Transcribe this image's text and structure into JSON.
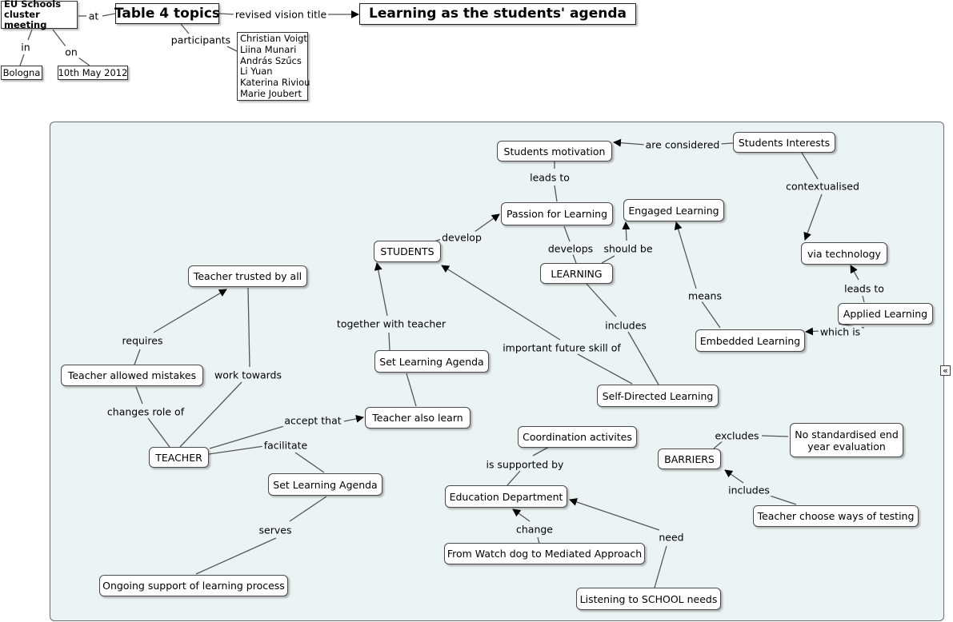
{
  "header": {
    "meeting": "EU Schools cluster meeting",
    "location": "Bologna",
    "date": "10th May 2012",
    "topic": "Table 4 topics",
    "vision_title": "Learning as the students' agenda",
    "participants": [
      "Christian Voigt",
      "Liina Munari",
      "András Szűcs",
      "Li Yuan",
      "Katerina Riviou",
      "Marie Joubert"
    ],
    "links": {
      "at": "at",
      "in": "in",
      "on": "on",
      "participants": "participants",
      "revised_vision_title": "revised vision title"
    }
  },
  "map": {
    "nodes": {
      "students_interests": "Students Interests",
      "students_motivation": "Students motivation",
      "passion_for_learning": "Passion for Learning",
      "engaged_learning": "Engaged Learning",
      "students": "STUDENTS",
      "learning": "LEARNING",
      "via_technology": "via technology",
      "applied_learning": "Applied Learning",
      "embedded_learning": "Embedded Learning",
      "teacher_trusted": "Teacher trusted by all",
      "teacher_mistakes": "Teacher allowed mistakes",
      "set_agenda_1": "Set Learning Agenda",
      "teacher_also_learn": "Teacher also learn",
      "self_directed": "Self-Directed Learning",
      "teacher": "TEACHER",
      "set_agenda_2": "Set Learning Agenda",
      "coordination": "Coordination activites",
      "barriers": "BARRIERS",
      "no_standardised": "No standardised end year evaluation",
      "education_department": "Education Department",
      "teacher_testing": "Teacher choose ways of testing",
      "watch_dog": "From Watch dog to Mediated Approach",
      "ongoing_support": "Ongoing support of learning process",
      "listening": "Listening to SCHOOL needs"
    },
    "links": {
      "are_considered": "are considered",
      "leads_to_1": "leads to",
      "contextualised": "contextualised",
      "develop": "develop",
      "develops": "develops",
      "should_be": "should be",
      "leads_to_2": "leads to",
      "means": "means",
      "which_is": "which is",
      "requires": "requires",
      "together_with_teacher": "together with teacher",
      "important_future_skill": "important future skill of",
      "includes_1": "includes",
      "work_towards": "work towards",
      "changes_role_of": "changes role of",
      "accept_that": "accept that",
      "facilitate": "facilitate",
      "excludes": "excludes",
      "is_supported_by": "is supported by",
      "includes_2": "includes",
      "change": "change",
      "need": "need",
      "serves": "serves"
    }
  },
  "colors": {
    "panel": "#ecf3f4",
    "line": "#555555",
    "arrow": "#000000"
  },
  "icons": {
    "collapse": "double-chevron-left-icon"
  }
}
